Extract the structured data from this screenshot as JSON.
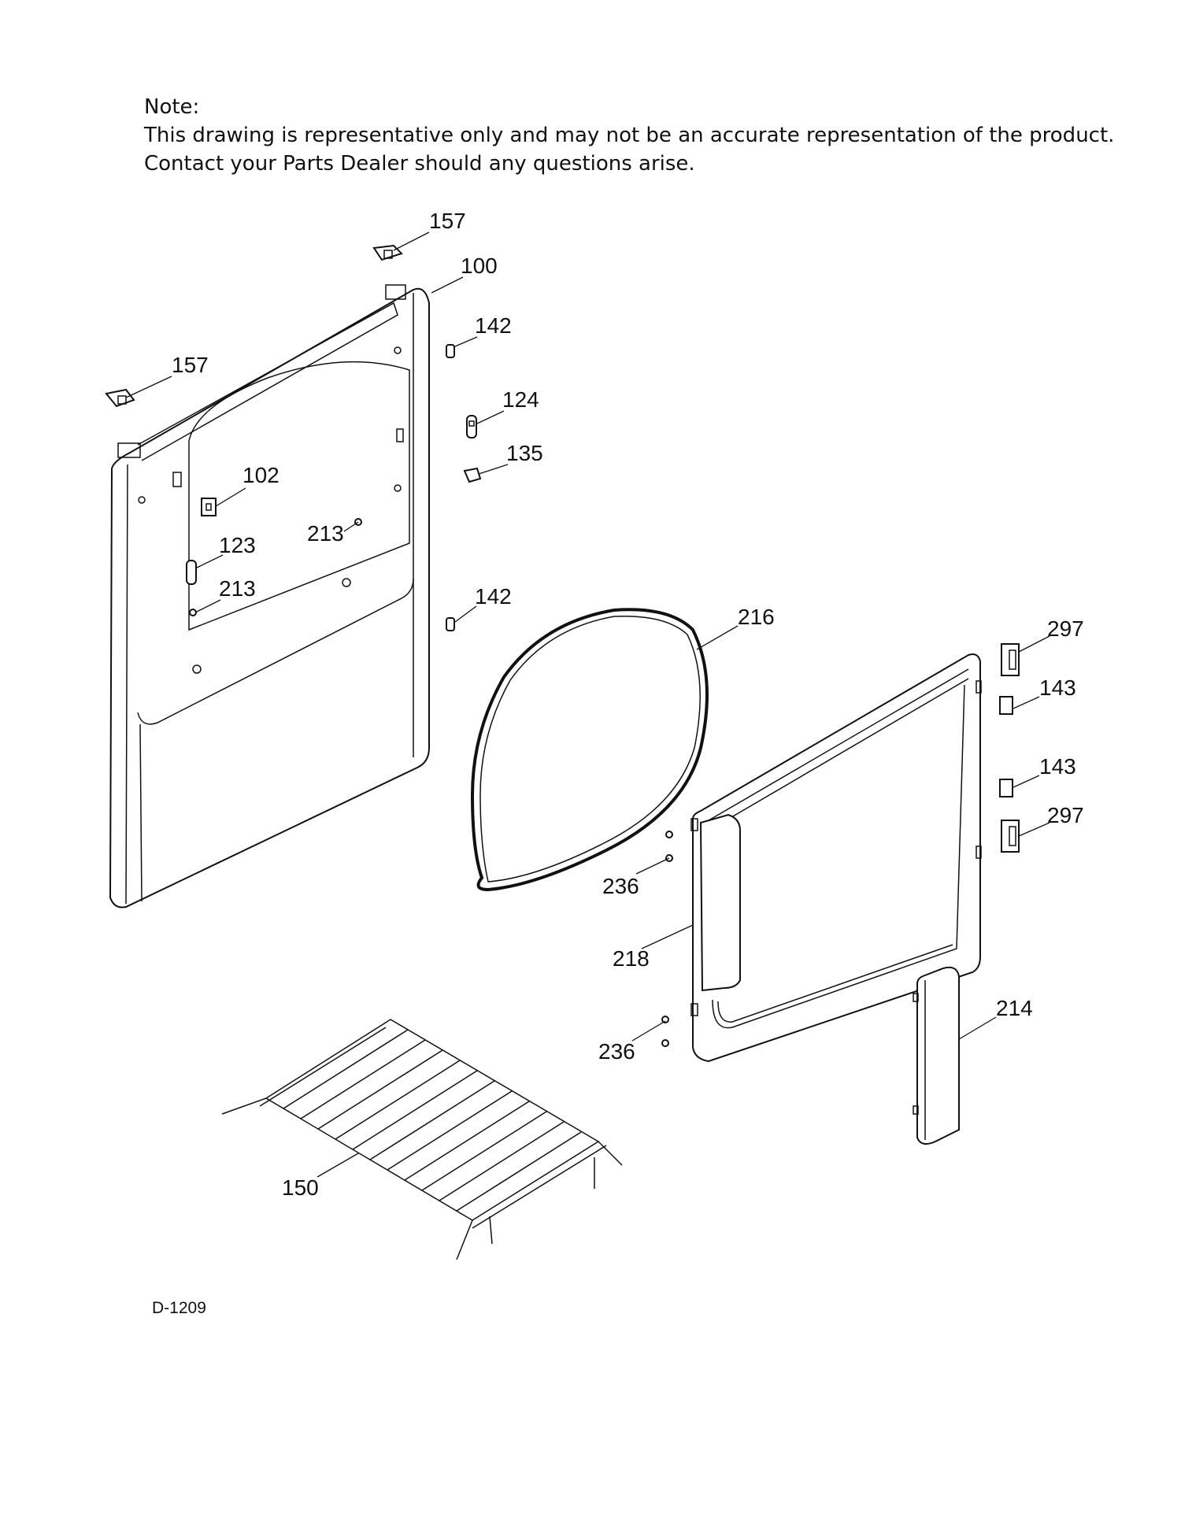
{
  "note": {
    "heading": "Note:",
    "line1": "This drawing is representative only and may not be an accurate representation of the product.",
    "line2": "Contact your Parts Dealer should any questions arise."
  },
  "callouts": {
    "c157a": "157",
    "c100": "100",
    "c142a": "142",
    "c157b": "157",
    "c124": "124",
    "c135": "135",
    "c102": "102",
    "c213a": "213",
    "c123": "123",
    "c213b": "213",
    "c142b": "142",
    "c216": "216",
    "c297a": "297",
    "c143a": "143",
    "c143b": "143",
    "c297b": "297",
    "c236a": "236",
    "c218": "218",
    "c214": "214",
    "c236b": "236",
    "c150": "150"
  },
  "diagram_code": "D-1209"
}
